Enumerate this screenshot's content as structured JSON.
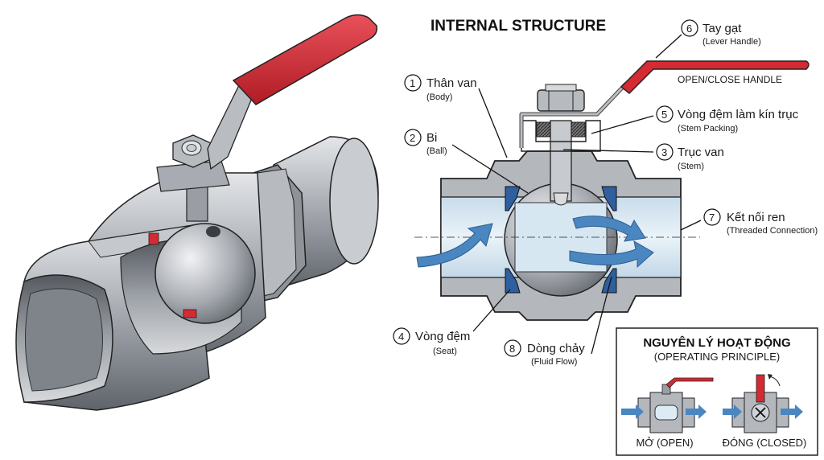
{
  "title": "INTERNAL STRUCTURE",
  "handle_caption": "OPEN/CLOSE HANDLE",
  "callouts": [
    {
      "number": "1",
      "label": "Thân van",
      "sub": "(Body)"
    },
    {
      "number": "2",
      "label": "Bi",
      "sub": "(Ball)"
    },
    {
      "number": "3",
      "label": "Trục van",
      "sub": "(Stem)"
    },
    {
      "number": "4",
      "label": "Vòng đệm",
      "sub": "(Seat)"
    },
    {
      "number": "5",
      "label": "Vòng đệm làm kín trục",
      "sub": "(Stem Packing)"
    },
    {
      "number": "6",
      "label": "Tay gạt",
      "sub": "(Lever Handle)"
    },
    {
      "number": "7",
      "label": "Kết nối ren",
      "sub": "(Threaded Connection)"
    },
    {
      "number": "8",
      "label": "Dòng chảy",
      "sub": "(Fluid Flow)"
    }
  ],
  "principle": {
    "title": "NGUYÊN LÝ HOẠT ĐỘNG",
    "subtitle": "(OPERATING PRINCIPLE)",
    "open_label": "MỞ (OPEN)",
    "closed_label": "ĐÓNG (CLOSED)"
  },
  "colors": {
    "handle_red": "#d42a32",
    "flow_blue": "#4a86c0",
    "fluid_light": "#dcebf4",
    "metal": "#b4b8bd",
    "seat_blue": "#2f5f9e"
  }
}
